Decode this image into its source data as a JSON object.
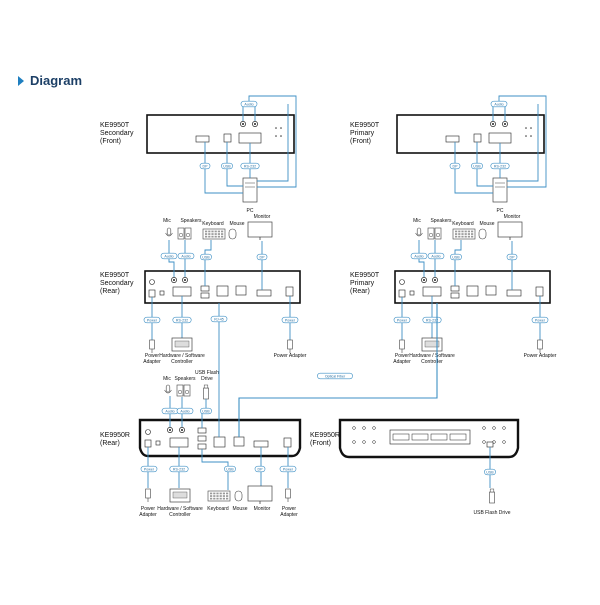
{
  "header": {
    "title": "Diagram"
  },
  "colors": {
    "accent": "#1f7fc0",
    "cable": "#3d8fc4",
    "device": "#111111",
    "tag_fill": "#ffffff"
  },
  "devices": {
    "sec_front": [
      "KE9950T",
      "Secondary",
      "(Front)"
    ],
    "pri_front": [
      "KE9950T",
      "Primary",
      "(Front)"
    ],
    "sec_rear": [
      "KE9950T",
      "Secondary",
      "(Rear)"
    ],
    "pri_rear": [
      "KE9950T",
      "Primary",
      "(Rear)"
    ],
    "rx_rear": [
      "KE9950R",
      "(Rear)"
    ],
    "rx_front": [
      "KE9950R",
      "(Front)"
    ]
  },
  "labels": {
    "pc": "PC",
    "mic": "Mic",
    "speakers": "Speakers",
    "keyboard": "Keyboard",
    "mouse": "Mouse",
    "monitor": "Monitor",
    "power_adapter": "Power Adapter",
    "power_adapter_l1": "Power",
    "power_adapter_l2": "Adapter",
    "hw_sw_controller_l1": "Hardware / Software",
    "hw_sw_controller_l2": "Controller",
    "usb_flash_drive": "USB Flash Drive",
    "usb_flash_l1": "USB Flash",
    "usb_flash_l2": "Drive"
  },
  "tags": {
    "audio": "Audio",
    "dp": "DP",
    "usb": "USB",
    "rs232": "RS-232",
    "power": "Power",
    "rj45": "RJ-45",
    "optical_fiber": "Optical Fiber"
  }
}
